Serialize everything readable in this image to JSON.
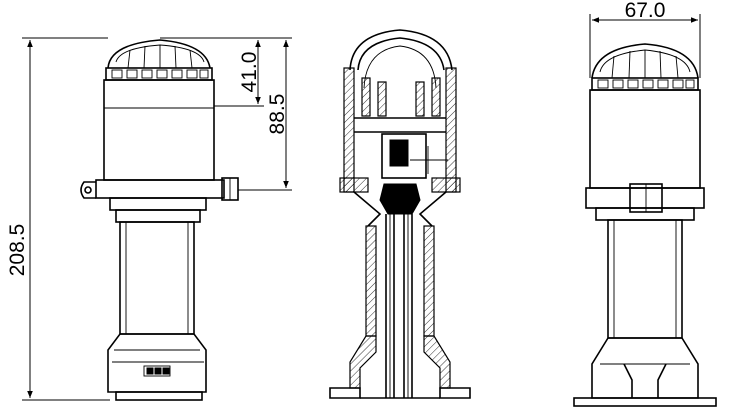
{
  "dimensions": {
    "overall_height": "208.5",
    "dome_height": "41.0",
    "head_height": "88.5",
    "width": "67.0"
  }
}
